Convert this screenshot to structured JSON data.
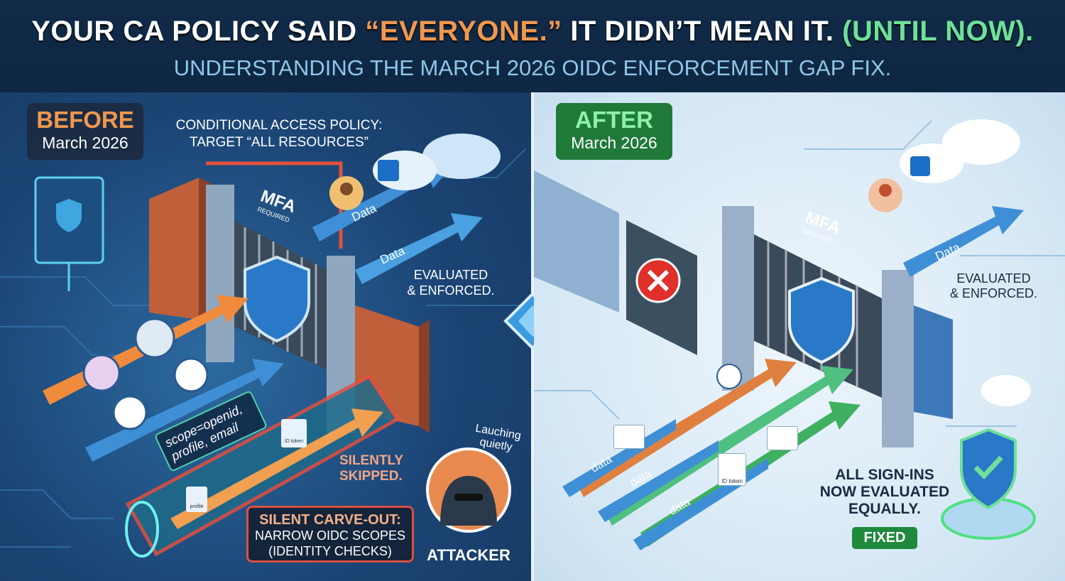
{
  "header": {
    "title_part1": "YOUR CA POLICY SAID ",
    "title_highlight": "“EVERYONE.”",
    "title_part2": " IT DIDN’T MEAN IT. ",
    "title_green": "(UNTIL NOW).",
    "subtitle": "UNDERSTANDING THE MARCH 2026 OIDC ENFORCEMENT GAP FIX."
  },
  "before": {
    "badge_title": "BEFORE",
    "badge_date": "March 2026",
    "policy_line1": "CONDITIONAL ACCESS POLICY:",
    "policy_line2": "TARGET “ALL RESOURCES”",
    "data_label_1": "Data",
    "data_label_2": "Data",
    "shield_line1": "MFA",
    "shield_line2": "REQUIRED",
    "evaluated_line1": "EVALUATED",
    "evaluated_line2": "& ENFORCED.",
    "scope_line1": "scope=openid,",
    "scope_line2": "profile, email",
    "token_id": "ID token",
    "token_profile": "profile",
    "skipped_line1": "SILENTLY",
    "skipped_line2": "SKIPPED.",
    "carveout_title": "SILENT CARVE-OUT:",
    "carveout_line1": "NARROW OIDC SCOPES",
    "carveout_line2": "(IDENTITY CHECKS)",
    "attacker_caption_line1": "Lauching",
    "attacker_caption_line2": "quietly",
    "attacker_label": "ATTACKER"
  },
  "after": {
    "badge_title": "AFTER",
    "badge_date": "March 2026",
    "data_label": "Data",
    "shield_line1": "MFA",
    "shield_line2": "REQUIRED",
    "evaluated_line1": "EVALUATED",
    "evaluated_line2": "& ENFORCED.",
    "data_low_1": "data",
    "data_low_2": "data",
    "data_low_3": "data",
    "token_id": "ID token",
    "result_line1": "ALL SIGN-INS",
    "result_line2": "NOW EVALUATED",
    "result_line3": "EQUALLY.",
    "fixed_label": "FIXED"
  },
  "colors": {
    "orange": "#f0984f",
    "green": "#6fe09a",
    "red": "#e0503f",
    "blue_arrow": "#3f8fd6",
    "after_green": "#1f8a3e"
  }
}
